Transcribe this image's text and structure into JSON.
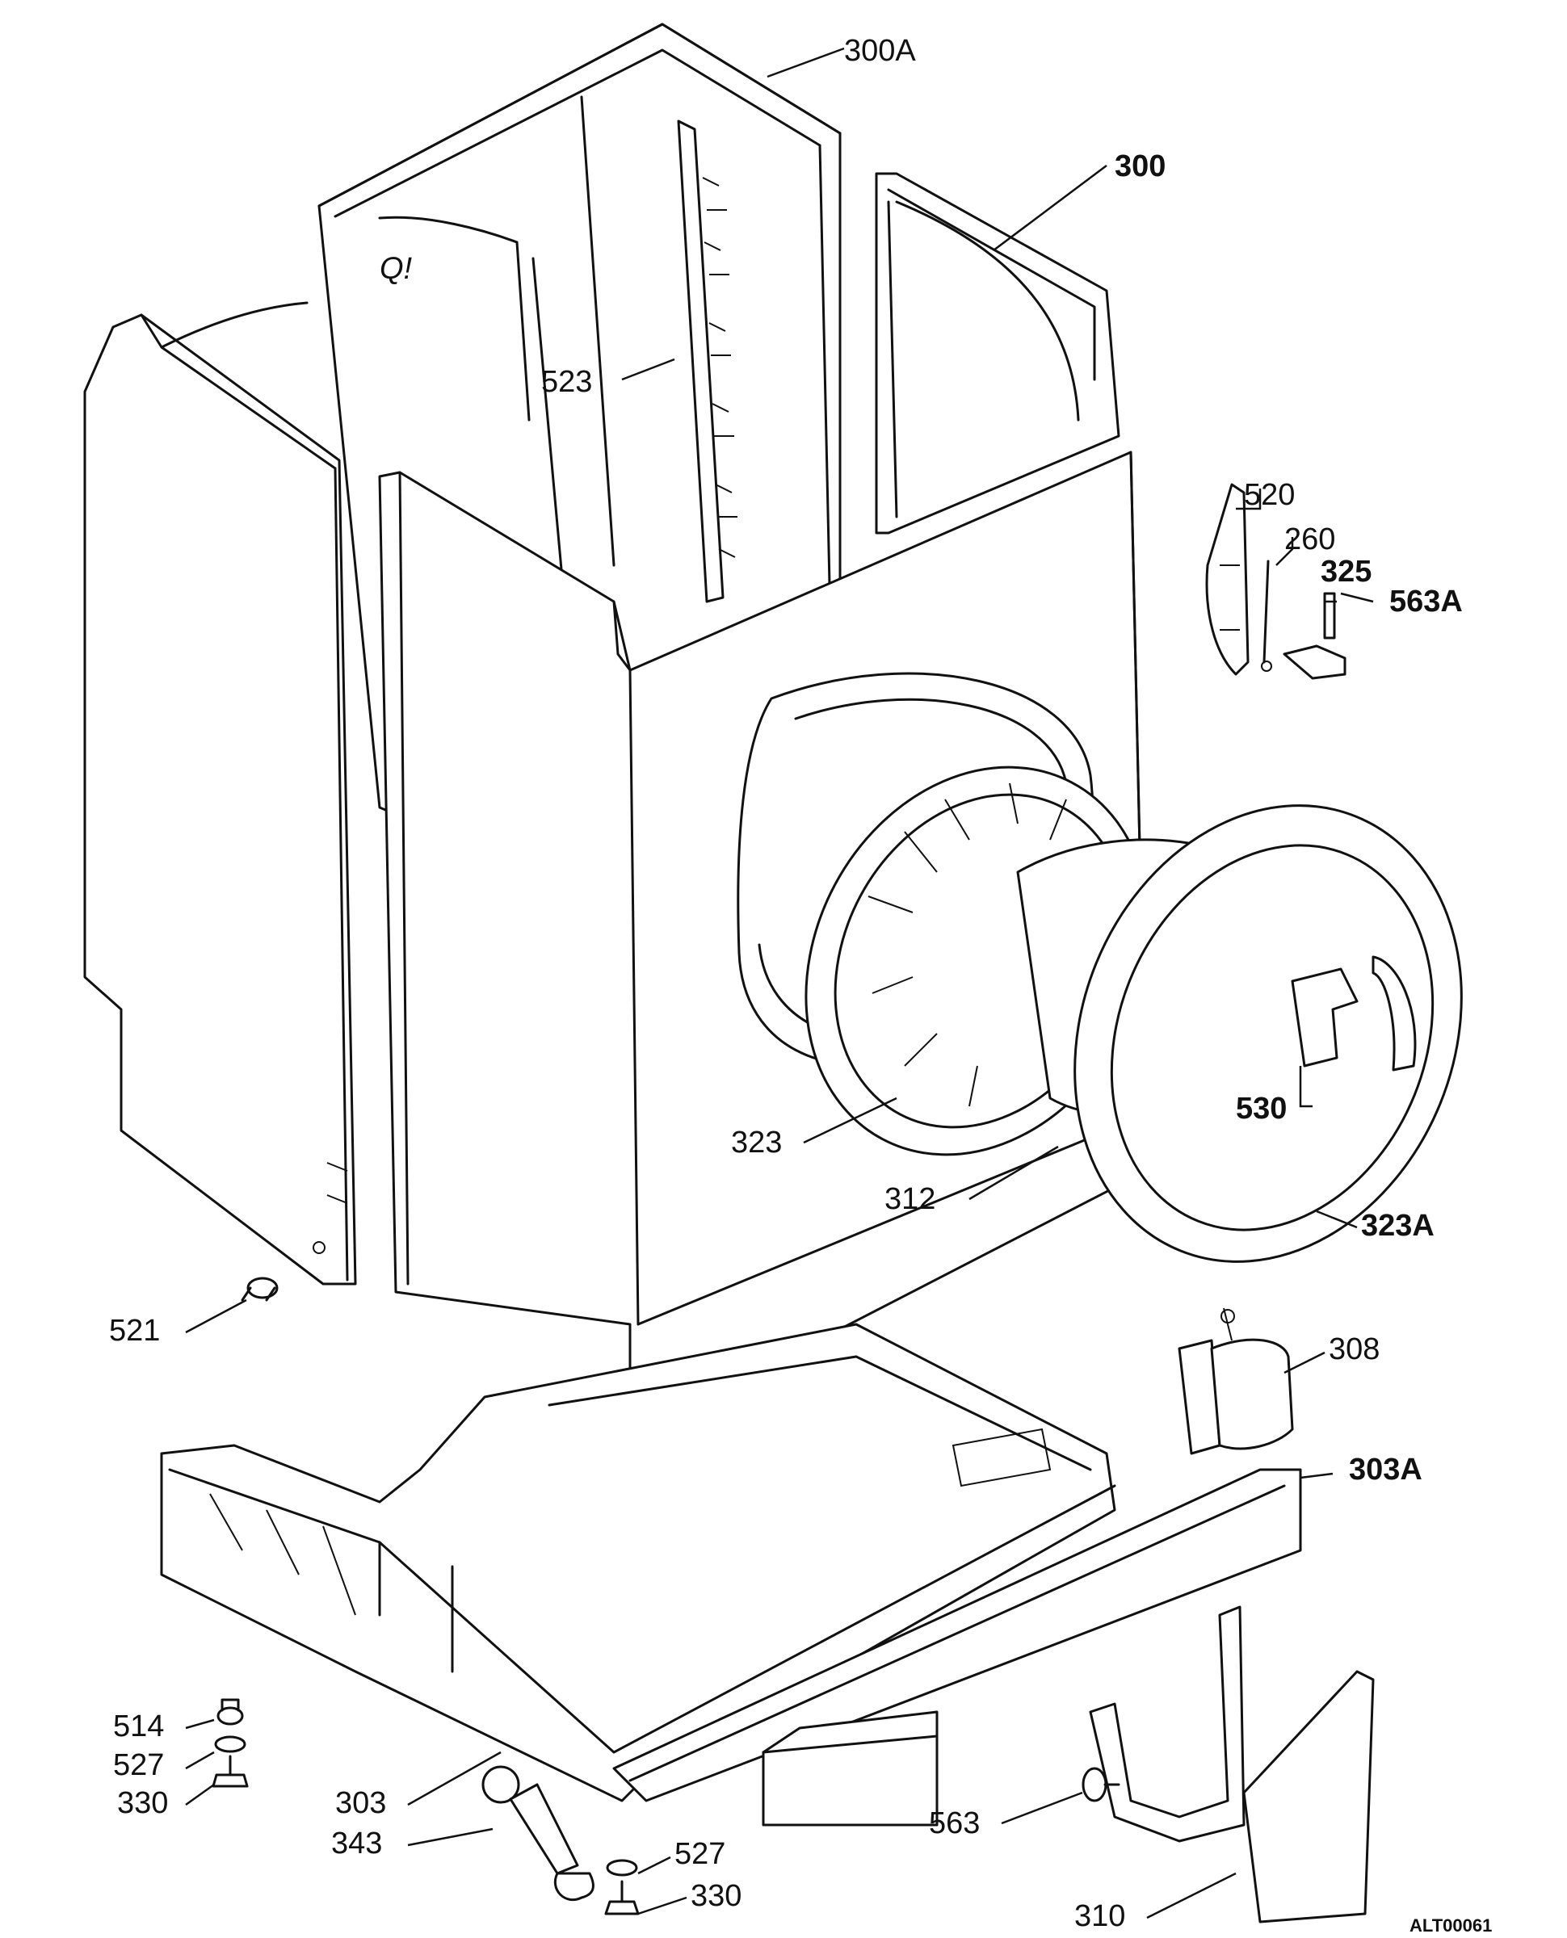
{
  "reference_code": "ALT00061",
  "labels": {
    "l300A": "300A",
    "l300": "300",
    "l523": "523",
    "l520": "520",
    "l260": "260",
    "l325": "325",
    "l563A": "563A",
    "l530": "530",
    "l323": "323",
    "l312": "312",
    "l323A": "323A",
    "l521": "521",
    "l308": "308",
    "l303A": "303A",
    "l514": "514",
    "l527a": "527",
    "l330a": "330",
    "l303": "303",
    "l343": "343",
    "l527b": "527",
    "l330b": "330",
    "l563": "563",
    "l310": "310",
    "mark": "Q!"
  }
}
